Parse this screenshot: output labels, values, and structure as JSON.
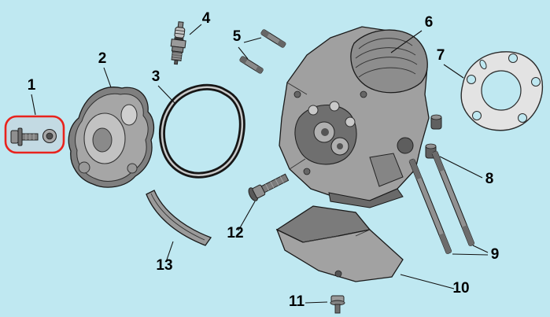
{
  "colors": {
    "background": "#bfe8f1",
    "highlight": "#e8231d",
    "leader_line": "#111111",
    "label_text": "#000000"
  },
  "callouts": [
    {
      "number": "1",
      "highlighted": true
    },
    {
      "number": "2",
      "highlighted": false
    },
    {
      "number": "3",
      "highlighted": false
    },
    {
      "number": "4",
      "highlighted": false
    },
    {
      "number": "5",
      "highlighted": false
    },
    {
      "number": "6",
      "highlighted": false
    },
    {
      "number": "7",
      "highlighted": false
    },
    {
      "number": "8",
      "highlighted": false
    },
    {
      "number": "9",
      "highlighted": false
    },
    {
      "number": "10",
      "highlighted": false
    },
    {
      "number": "11",
      "highlighted": false
    },
    {
      "number": "12",
      "highlighted": false
    },
    {
      "number": "13",
      "highlighted": false
    }
  ]
}
